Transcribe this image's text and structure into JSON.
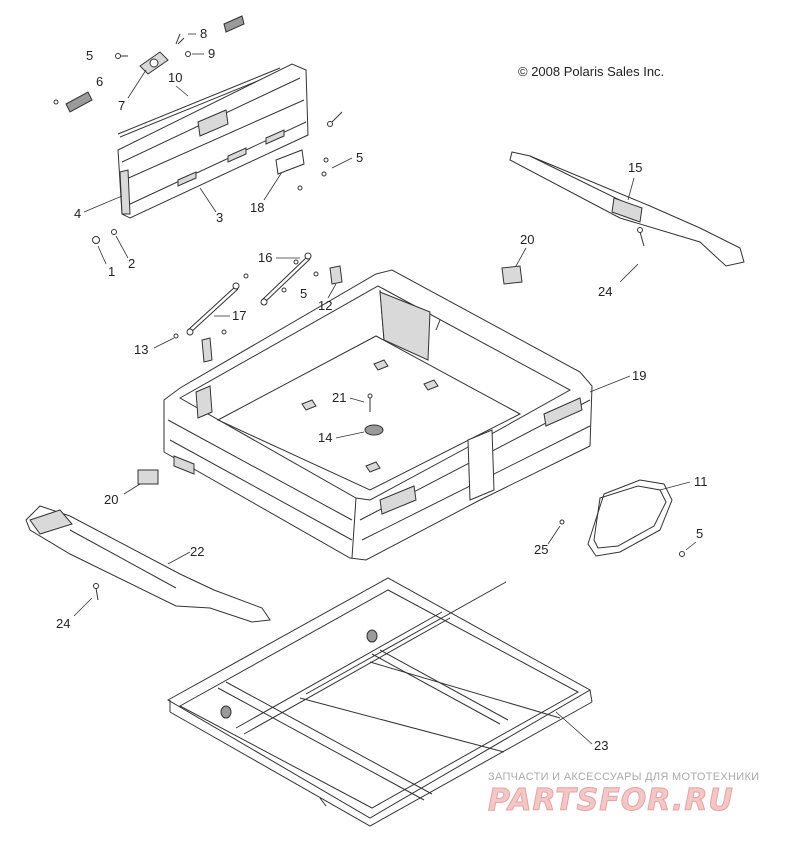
{
  "copyright": "© 2008 Polaris Sales Inc.",
  "watermark": {
    "tagline": "ЗАПЧАСТИ И АКСЕССУАРЫ ДЛЯ МОТОТЕХНИКИ",
    "brand": "PARTSFOR.RU"
  },
  "callouts": [
    "5",
    "8",
    "9",
    "6",
    "7",
    "10",
    "5",
    "4",
    "3",
    "18",
    "1",
    "2",
    "16",
    "5",
    "12",
    "17",
    "13",
    "20",
    "15",
    "24",
    "19",
    "21",
    "14",
    "20",
    "11",
    "5",
    "25",
    "22",
    "24",
    "23"
  ]
}
